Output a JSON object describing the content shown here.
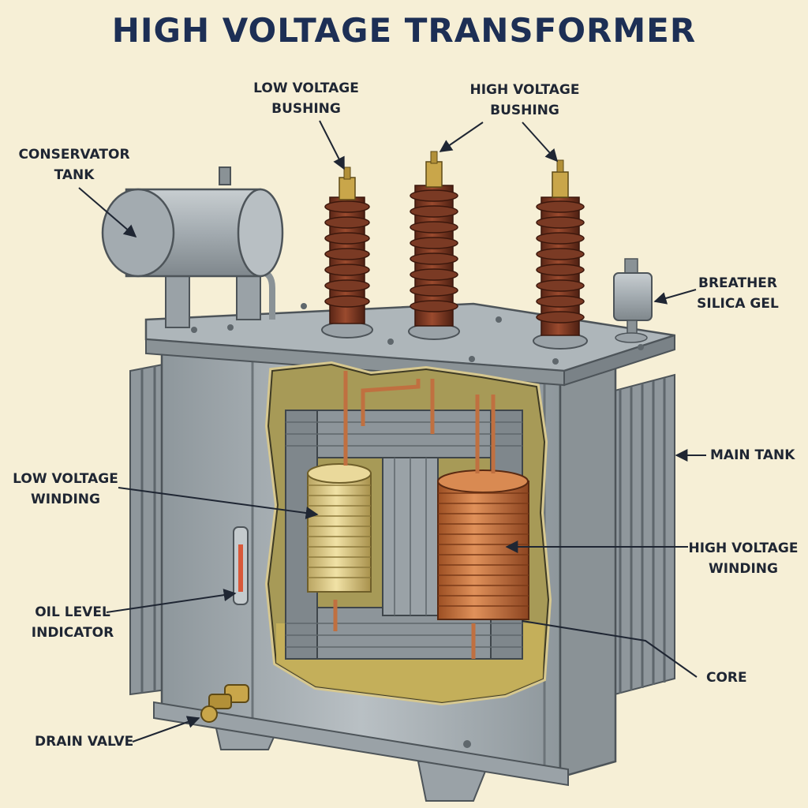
{
  "title": "HIGH VOLTAGE TRANSFORMER",
  "labels": {
    "low_voltage_bushing": [
      "LOW VOLTAGE",
      "BUSHING"
    ],
    "high_voltage_bushing": [
      "HIGH VOLTAGE",
      "BUSHING"
    ],
    "conservator_tank": [
      "CONSERVATOR",
      "TANK"
    ],
    "breather": [
      "BREATHER",
      "SILICA GEL"
    ],
    "main_tank": [
      "MAIN TANK"
    ],
    "low_voltage_winding": [
      "LOW VOLTAGE",
      "WINDING"
    ],
    "high_voltage_winding": [
      "HIGH VOLTAGE",
      "WINDING"
    ],
    "oil_level_indicator": [
      "OIL LEVEL",
      "INDICATOR"
    ],
    "core": [
      "CORE"
    ],
    "drain_valve": [
      "DRAIN VALVE"
    ]
  },
  "colors": {
    "background": "#f6efd6",
    "title": "#1d2f55",
    "tank_steel": "#a9b1b6",
    "porcelain": "#7a3a24",
    "copper": "#c9743d",
    "lv_winding": "#e2cf8e",
    "oil": "#c9b35a"
  }
}
